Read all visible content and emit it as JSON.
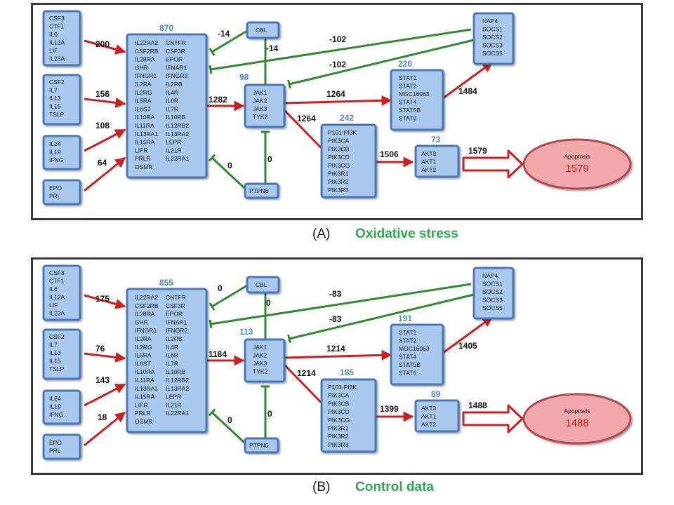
{
  "colors": {
    "activation": "#cc1f1f",
    "inhibition": "#2f8a2f",
    "node_fill": "#a9c8ee",
    "node_border": "#4a76b8",
    "count_label": "#4f86c6",
    "apoptosis_fill": "#f0a8aa",
    "apoptosis_border": "#b04a4f",
    "apoptosis_value": "#c21f1f",
    "caption_title": "#2fa84f"
  },
  "nodes": {
    "ligands_1": [
      "CSF3",
      "CTF1",
      "IL6",
      "IL12A",
      "LIF",
      "IL23A"
    ],
    "ligands_2": [
      "CSF2",
      "IL7",
      "IL13",
      "IL15",
      "TSLP"
    ],
    "ligands_3": [
      "IL24",
      "IL19",
      "IFNG"
    ],
    "ligands_4": [
      "EPO",
      "PRL"
    ],
    "receptors_col1": [
      "IL22RA2",
      "CSF2RB",
      "IL28RA",
      "GHR",
      "IFNGR1",
      "IL2RA",
      "IL2RG",
      "IL5RA",
      "IL6ST",
      "IL10RA",
      "IL11RA",
      "IL13RA1",
      "IL15RA",
      "LIFR",
      "PRLR",
      "OSMR"
    ],
    "receptors_col2": [
      "CNTFR",
      "CSF3R",
      "EPOR",
      "IFNAR1",
      "IFNGR2",
      "IL2RB",
      "IL4R",
      "IL6R",
      "IL7R",
      "IL10RB",
      "IL12RB2",
      "IL13RA2",
      "LEPR",
      "IL21R",
      "IL22RA1"
    ],
    "cbl": [
      "CBL"
    ],
    "jak": [
      "JAK1",
      "JAK2",
      "JAK3",
      "TYK2"
    ],
    "ptpn6": [
      "PTPN6"
    ],
    "socs": [
      "NAP4",
      "SOCS1",
      "SOCS2",
      "SOCS3",
      "SOCS5"
    ],
    "stat": [
      "STAT1",
      "STAT2",
      "MGC16063",
      "STAT4",
      "STAT5B",
      "STAT6"
    ],
    "pi3k": [
      "P101-PI3K",
      "PIK3CA",
      "PIK3CB",
      "PIK3CD",
      "PIK3CG",
      "PIK3R1",
      "PIK3R2",
      "PIK3R3"
    ],
    "akt": [
      "AKT3",
      "AKT1",
      "AKT2"
    ],
    "apoptosis_label": "Apoptosis"
  },
  "panels": [
    {
      "caption_letter": "(A)",
      "caption_title": "Oxidative stress",
      "counts": {
        "receptors": "870",
        "jak": "98",
        "stat": "220",
        "pi3k": "242",
        "akt": "73",
        "apoptosis": "1579"
      },
      "edges": {
        "lig1_rec": "200",
        "lig2_rec": "156",
        "lig3_rec": "108",
        "lig4_rec": "64",
        "rec_jak": "1282",
        "cbl_rec": "-14",
        "cbl_jak": "-14",
        "ptpn6_rec": "0",
        "ptpn6_jak": "0",
        "socs_rec": "-102",
        "socs_jak": "-102",
        "jak_stat": "1264",
        "jak_pi3k": "1264",
        "stat_socs": "1484",
        "pi3k_akt": "1506",
        "akt_apop": "1579"
      }
    },
    {
      "caption_letter": "(B)",
      "caption_title": "Control data",
      "counts": {
        "receptors": "855",
        "jak": "113",
        "stat": "191",
        "pi3k": "185",
        "akt": "89",
        "apoptosis": "1488"
      },
      "edges": {
        "lig1_rec": "175",
        "lig2_rec": "76",
        "lig3_rec": "143",
        "lig4_rec": "18",
        "rec_jak": "1184",
        "cbl_rec": "0",
        "cbl_jak": "0",
        "ptpn6_rec": "0",
        "ptpn6_jak": "0",
        "socs_rec": "-83",
        "socs_jak": "-83",
        "jak_stat": "1214",
        "jak_pi3k": "1214",
        "stat_socs": "1405",
        "pi3k_akt": "1399",
        "akt_apop": "1488"
      }
    }
  ]
}
